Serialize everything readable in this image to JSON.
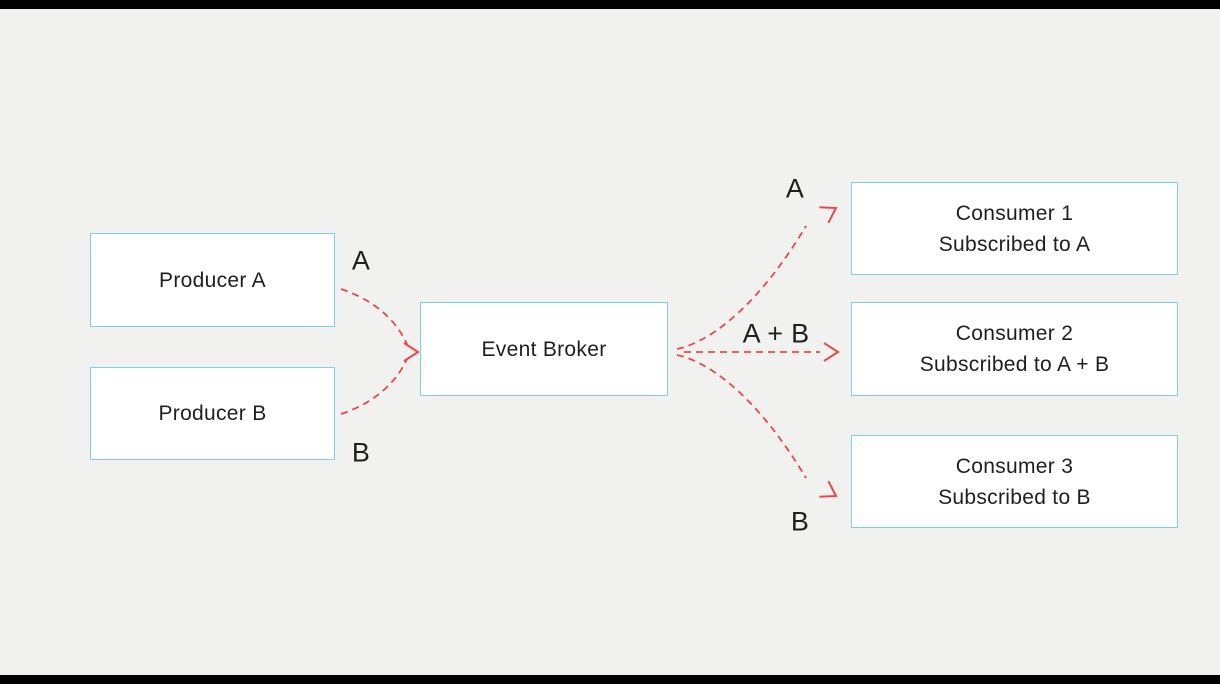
{
  "colors": {
    "background": "#f1f1f0",
    "letterbox": "#000000",
    "box_fill": "#ffffff",
    "box_border": "#7ed0e4",
    "arrow": "#e8494f",
    "text": "#1f1f1f"
  },
  "nodes": {
    "producer_a": {
      "label": "Producer A"
    },
    "producer_b": {
      "label": "Producer B"
    },
    "event_broker": {
      "label": "Event Broker"
    },
    "consumer_1": {
      "line1": "Consumer 1",
      "line2": "Subscribed to A"
    },
    "consumer_2": {
      "line1": "Consumer 2",
      "line2": "Subscribed to A + B"
    },
    "consumer_3": {
      "line1": "Consumer 3",
      "line2": "Subscribed to B"
    }
  },
  "edge_labels": {
    "producer_a_out": "A",
    "producer_b_out": "B",
    "to_consumer_1": "A",
    "to_consumer_2": "A + B",
    "to_consumer_3": "B"
  }
}
